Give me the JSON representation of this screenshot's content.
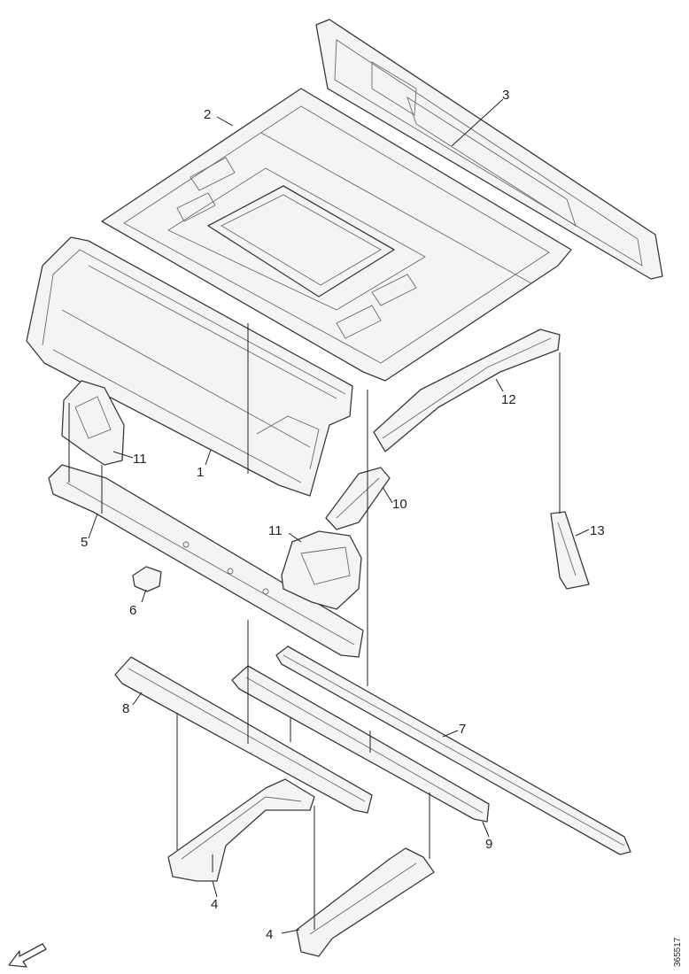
{
  "callouts": {
    "c1": "1",
    "c2": "2",
    "c3": "3",
    "c4a": "4",
    "c4b": "4",
    "c5": "5",
    "c6": "6",
    "c7": "7",
    "c8": "8",
    "c9": "9",
    "c10": "10",
    "c11a": "11",
    "c11b": "11",
    "c12": "12",
    "c13": "13"
  },
  "drawing_code": "365517",
  "orientation_arrow": "arrow-icon",
  "colors": {
    "line": "#3a3a3a",
    "paper": "#ffffff"
  }
}
